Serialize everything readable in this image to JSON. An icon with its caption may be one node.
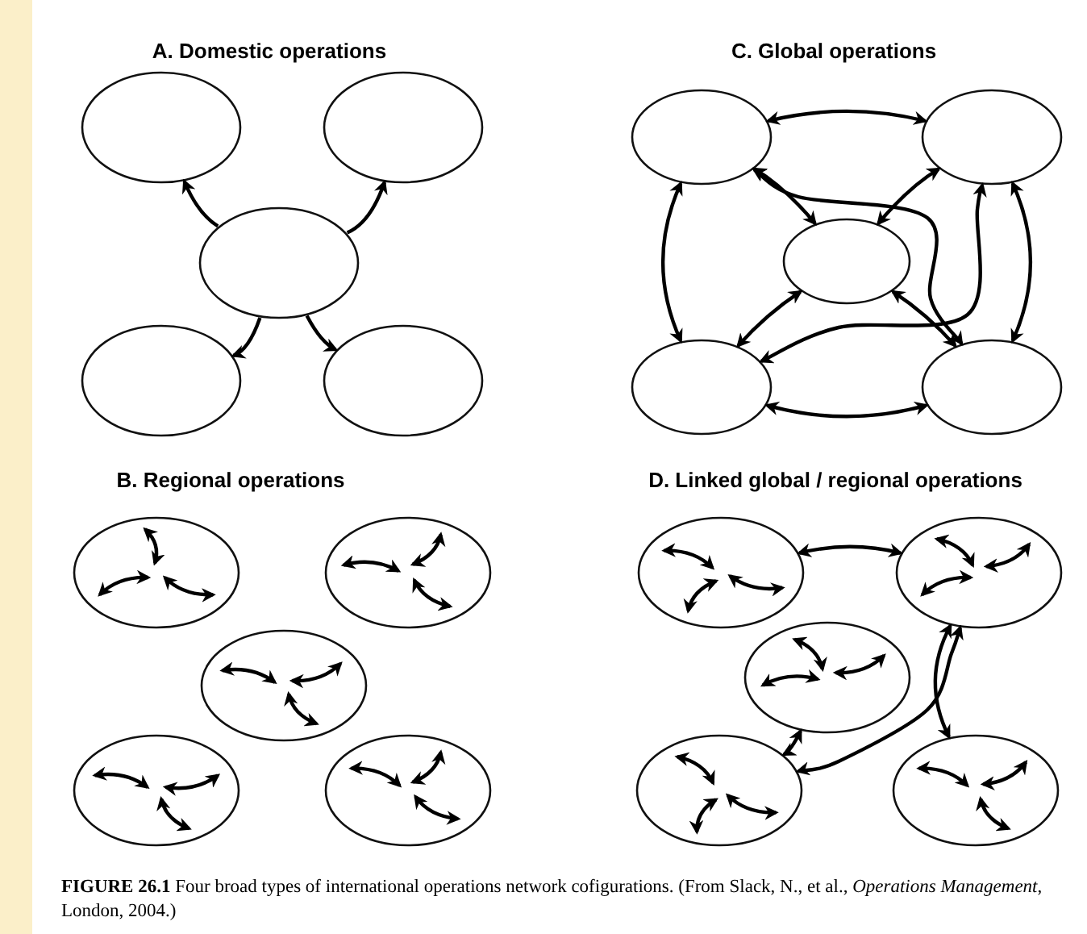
{
  "diagram": {
    "caption": "**FIGURE 26.1** Four broad types of international operations network cofigurations. (From Slack, N., et al., *Operations Management*, London, 2004.)",
    "nodes": [
      {
        "text": [],
        "shape": "ellipse"
      },
      {
        "text": [],
        "shape": "ellipse"
      },
      {
        "text": [],
        "shape": "ellipse"
      },
      {
        "text": [],
        "shape": "ellipse"
      },
      {
        "text": [],
        "shape": "ellipse"
      },
      {
        "text": [],
        "shape": "ellipse"
      },
      {
        "text": [],
        "shape": "ellipse"
      },
      {
        "text": [],
        "shape": "ellipse"
      },
      {
        "text": [],
        "shape": "ellipse"
      },
      {
        "text": [],
        "shape": "ellipse"
      },
      {
        "text": [],
        "shape": "ellipse"
      },
      {
        "text": [],
        "shape": "ellipse"
      },
      {
        "text": [],
        "shape": "ellipse"
      },
      {
        "text": [],
        "shape": "ellipse"
      },
      {
        "text": [],
        "shape": "ellipse"
      },
      {
        "text": [],
        "shape": "ellipse"
      },
      {
        "text": [],
        "shape": "ellipse"
      },
      {
        "text": [],
        "shape": "ellipse"
      },
      {
        "text": [],
        "shape": "ellipse"
      },
      {
        "text": [],
        "shape": "ellipse"
      }
    ],
    "edges": [
      {
        "from": 2,
        "to": 0,
        "arrow": "to"
      },
      {
        "from": 2,
        "to": 1,
        "arrow": "to"
      },
      {
        "from": 2,
        "to": 3,
        "arrow": "to"
      },
      {
        "from": 2,
        "to": 4,
        "arrow": "to"
      },
      {
        "from": 5,
        "to": 6,
        "arrow": "both"
      },
      {
        "from": 5,
        "to": 7,
        "arrow": "both"
      },
      {
        "from": 6,
        "to": 7,
        "arrow": "both"
      },
      {
        "from": 5,
        "to": 8,
        "arrow": "both"
      },
      {
        "from": 5,
        "to": 9,
        "arrow": "both"
      },
      {
        "from": 6,
        "to": 9,
        "arrow": "both"
      },
      {
        "from": 6,
        "to": 8,
        "arrow": "both"
      },
      {
        "from": 7,
        "to": 8,
        "arrow": "both"
      },
      {
        "from": 7,
        "to": 9,
        "arrow": "both"
      },
      {
        "from": 8,
        "to": 9,
        "arrow": "both"
      },
      {
        "from": 15,
        "to": 16,
        "arrow": "both"
      },
      {
        "from": 17,
        "to": 18,
        "arrow": "both"
      },
      {
        "from": 16,
        "to": 18,
        "arrow": "both"
      },
      {
        "from": 16,
        "to": 19,
        "arrow": "both"
      }
    ],
    "labels": [
      "A. Domestic operations",
      "C. Global operations",
      "B. Regional operations",
      "D. Linked global / regional operations"
    ]
  }
}
